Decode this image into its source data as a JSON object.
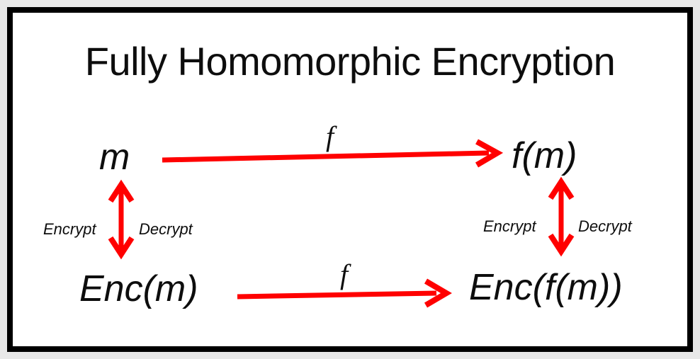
{
  "slide": {
    "title": "Fully Homomorphic Encryption",
    "background_color": "#ffffff",
    "border_color": "#000000",
    "outer_margin_color": "#e8e8e8",
    "text_color": "#0d0d0d",
    "arrow_color": "#ff0000"
  },
  "diagram": {
    "nodes": {
      "plaintext_input": "m",
      "plaintext_output": "f(m)",
      "ciphertext_input": "Enc(m)",
      "ciphertext_output": "Enc(f(m))"
    },
    "function_labels": {
      "top": "f",
      "bottom": "f"
    },
    "vertical_labels": {
      "left_encrypt": "Encrypt",
      "left_decrypt": "Decrypt",
      "right_encrypt": "Encrypt",
      "right_decrypt": "Decrypt"
    }
  }
}
